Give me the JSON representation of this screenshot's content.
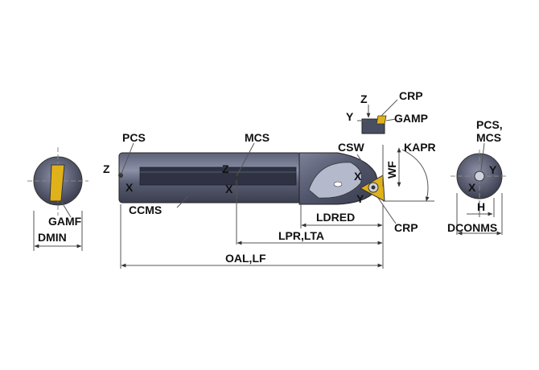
{
  "labels": {
    "gamf": "GAMF",
    "dmin": "DMIN",
    "pcs": "PCS",
    "mcs": "MCS",
    "ccms": "CCMS",
    "crp_top": "CRP",
    "gamp": "GAMP",
    "csw": "CSW",
    "kapr": "KAPR",
    "wf": "WF",
    "ldred": "LDRED",
    "crp_bottom": "CRP",
    "lpr_lta": "LPR,LTA",
    "oal_lf": "OAL,LF",
    "pcs_mcs_line1": "PCS,",
    "pcs_mcs_line2": "MCS",
    "h": "H",
    "dconms": "DCONMS"
  },
  "axes": {
    "z": "Z",
    "x": "X",
    "y": "Y"
  },
  "colors": {
    "shank_dark": "#4a4e63",
    "shank_mid": "#6a6e85",
    "highlight": "#b5b9cc",
    "insert_gold": "#e0b21a",
    "dimension_line": "#555555",
    "centerline": "#888888"
  }
}
